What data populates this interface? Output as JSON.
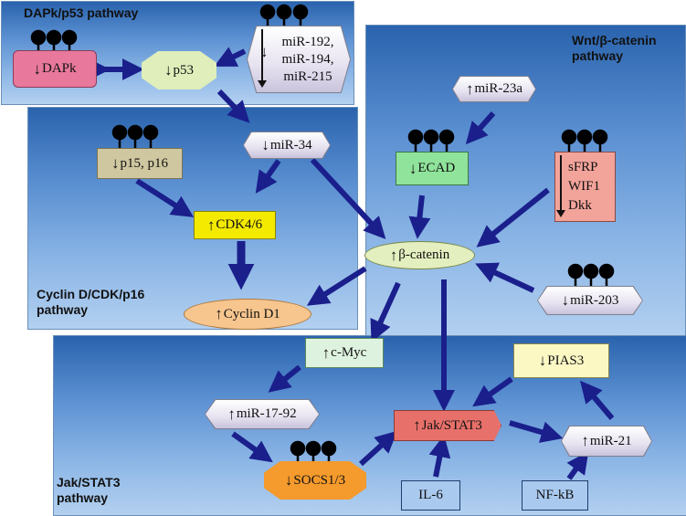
{
  "panels": {
    "dapk": "DAPk/p53 pathway",
    "wnt": [
      "Wnt/β-catenin",
      "pathway"
    ],
    "cyclin": [
      "Cyclin D/CDK/p16",
      "pathway"
    ],
    "jak": [
      "Jak/STAT3",
      "pathway"
    ]
  },
  "nodes": {
    "dapk": "DAPk",
    "p53": "p53",
    "mir192": [
      "miR-192,",
      "miR-194,",
      "miR-215"
    ],
    "mir34": "miR-34",
    "p15": "p15, p16",
    "cdk46": "CDK4/6",
    "cyclind1": "Cyclin D1",
    "mir23a": "miR-23a",
    "ecad": "ECAD",
    "sfrp": [
      "sFRP",
      "WIF1",
      "Dkk"
    ],
    "bcatenin": "β-catenin",
    "mir203": "miR-203",
    "cmyc": "c-Myc",
    "pias3": "PIAS3",
    "mir1792": "miR-17-92",
    "jakstat3": "Jak/STAT3",
    "mir21": "miR-21",
    "socs": "SOCS1/3",
    "il6": "IL-6",
    "nfkb": "NF-kB"
  },
  "colors": {
    "arrow": "#1a1f8c",
    "dapk": "#e8799c",
    "p53": "#dfeebb",
    "p15": "#cfc7a0",
    "cdk46": "#f4ea00",
    "cyclind1": "#f7c58e",
    "ecad": "#8fe39a",
    "sfrp": "#f2a39a",
    "bcatenin": "#e4efbf",
    "cmyc": "#def3df",
    "pias3": "#fbf8c4",
    "jakstat3": "#e8706a",
    "socs": "#f59a2c",
    "boxes": "#a9c9ef"
  },
  "icons": {
    "methylation": "lollipop-methylation-icon",
    "increase": "up-arrow-icon",
    "decrease": "down-arrow-icon"
  }
}
